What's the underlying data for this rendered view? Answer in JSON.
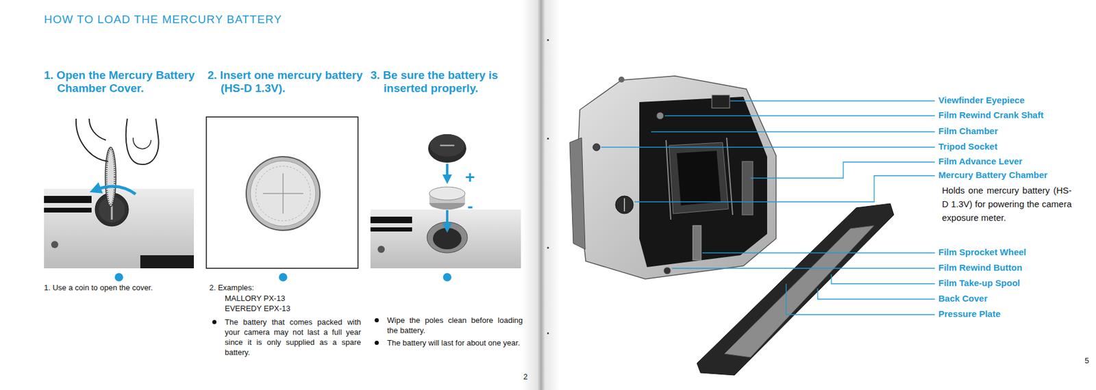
{
  "diagram": {
    "title": "HOW TO LOAD THE MERCURY BATTERY",
    "labels": [
      "1. Open the Mercury Battery Chamber Cover.",
      "2. Insert one mercury battery (HS-D 1.3V).",
      "3. Be sure the battery is inserted properly.",
      "+",
      "-",
      "1. Use a coin to open the cover.",
      "2. Examples:",
      "MALLORY PX-13",
      "EVEREDY EPX-13",
      "The battery that comes packed with your camera may not last a full year since it is only supplied as a spare battery.",
      "Wipe the poles clean before loading the battery.",
      "The battery will last for about one year.",
      "2",
      "Viewfinder Eyepiece",
      "Film Rewind Crank Shaft",
      "Film Chamber",
      "Tripod Socket",
      "Film Advance Lever",
      "Mercury Battery Chamber",
      "Holds one mercury battery (HS-D 1.3V) for powering the camera exposure meter.",
      "Film Sprocket Wheel",
      "Film Rewind Button",
      "Film Take-up Spool",
      "Back Cover",
      "Pressure Plate",
      "5"
    ]
  }
}
